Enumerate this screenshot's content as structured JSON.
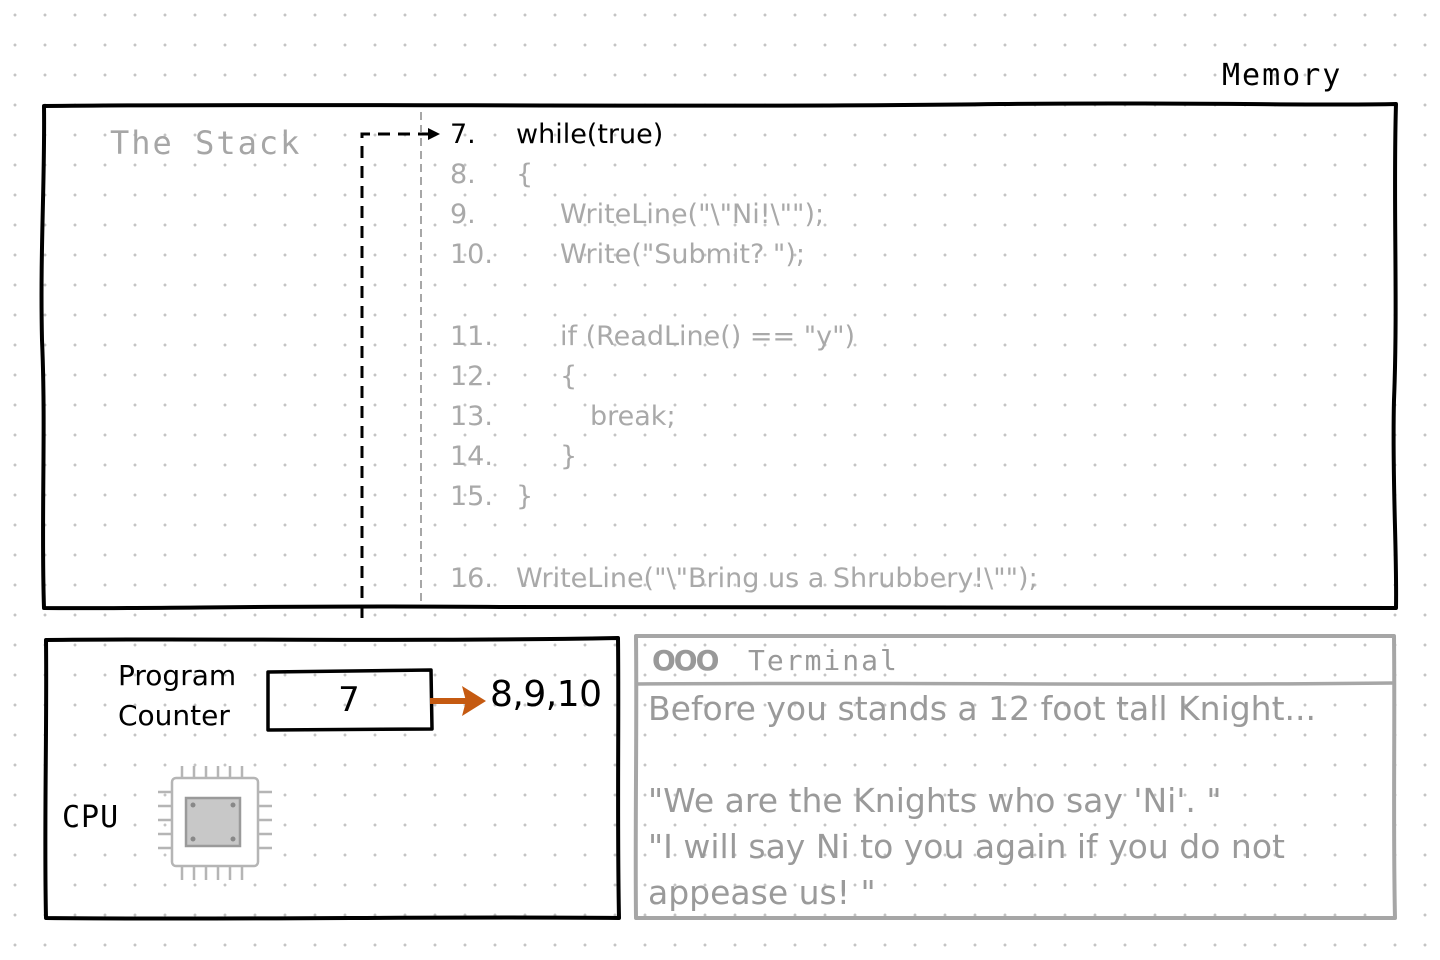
{
  "memory_label": "Memory",
  "stack_label": "The Stack",
  "code": {
    "current_line": 7,
    "lines": [
      {
        "num": "7.",
        "text": "while(true)",
        "indent": 0
      },
      {
        "num": "8.",
        "text": "{",
        "indent": 0
      },
      {
        "num": "9.",
        "text": "WriteLine(\"\\\"Ni!\\\"\");",
        "indent": 1
      },
      {
        "num": "10.",
        "text": "Write(\"Submit? \");",
        "indent": 1
      },
      {
        "num": "11.",
        "text": "if (ReadLine() == \"y\")",
        "indent": 1
      },
      {
        "num": "12.",
        "text": "{",
        "indent": 1
      },
      {
        "num": "13.",
        "text": "break;",
        "indent": 2
      },
      {
        "num": "14.",
        "text": "}",
        "indent": 1
      },
      {
        "num": "15.",
        "text": "}",
        "indent": 0
      },
      {
        "num": "16.",
        "text": "WriteLine(\"\\\"Bring us a Shrubbery!\\\"\");",
        "indent": 0
      }
    ]
  },
  "cpu": {
    "label": "CPU",
    "program_counter_label": "Program\nCounter",
    "program_counter_value": "7",
    "next_lines": "8,9,10"
  },
  "terminal": {
    "buttons": "OOO",
    "title": "Terminal",
    "lines": [
      "Before you stands a 12 foot tall Knight...",
      "",
      "\"We are the Knights who say 'Ni'. \"",
      "\"I will say Ni to you again if you do not",
      "appease us! \""
    ]
  },
  "colors": {
    "ink": "#000000",
    "muted": "#a6a6a6",
    "terminal": "#9a9a9a",
    "arrow": "#c55a11",
    "chip_core": "#c8c8c8"
  }
}
